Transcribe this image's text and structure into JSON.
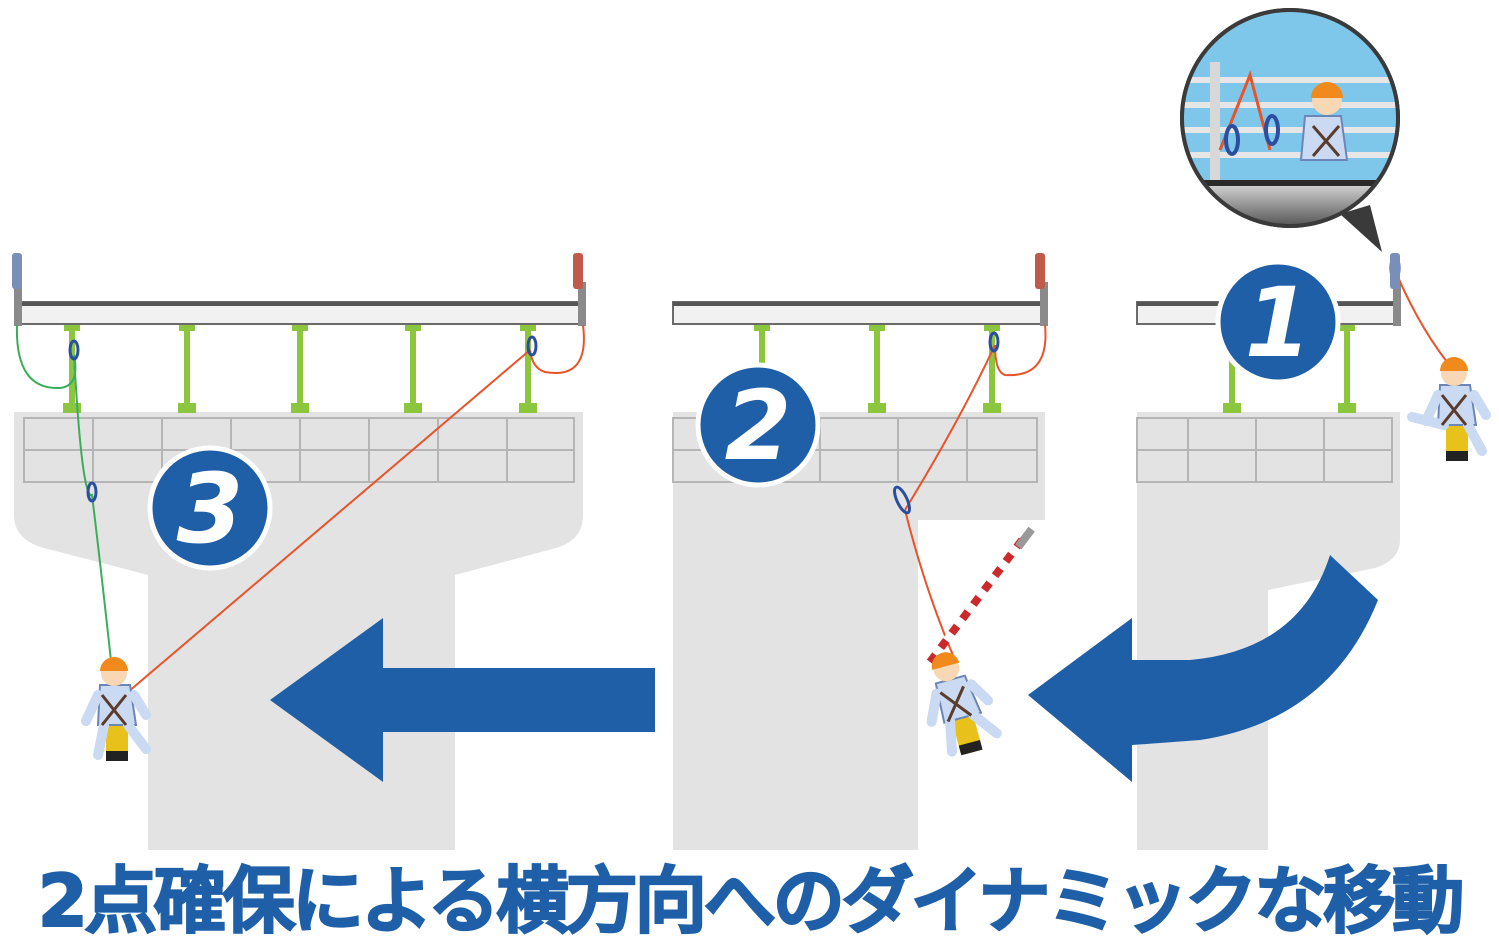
{
  "steps": [
    {
      "number": "1"
    },
    {
      "number": "2"
    },
    {
      "number": "3"
    }
  ],
  "caption": "2点確保による横方向へのダイナミックな移動",
  "colors": {
    "concrete": "#e3e3e3",
    "grid_line": "#b9b9b9",
    "beam": "#efefef",
    "beam_edge": "#6a6a6a",
    "support_green": "#8cc63f",
    "arrow_blue": "#1e5fa8",
    "rope_orange": "#e8542a",
    "rope_green": "#3aae5a",
    "bubble_sky": "#7fc7ea"
  },
  "icons": [
    "worker-icon",
    "carabiner-icon",
    "lanyard-icon",
    "pole-tool-icon",
    "speech-bubble-icon"
  ]
}
